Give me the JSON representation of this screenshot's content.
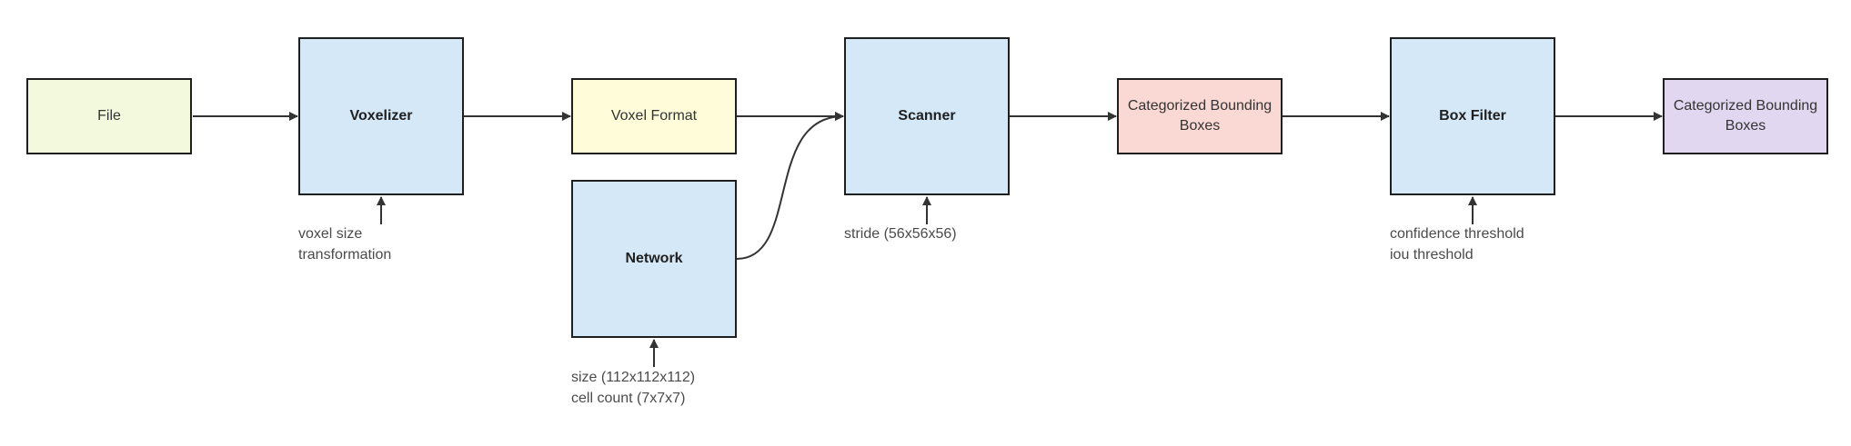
{
  "diagram": {
    "nodes": {
      "file": {
        "label": "File",
        "fill": "#f3f9dd"
      },
      "voxelizer": {
        "label": "Voxelizer",
        "fill": "#d5e8f8"
      },
      "voxel_format": {
        "label": "Voxel Format",
        "fill": "#fefcd9"
      },
      "network": {
        "label": "Network",
        "fill": "#d5e8f8"
      },
      "scanner": {
        "label": "Scanner",
        "fill": "#d5e8f8"
      },
      "bboxes_1": {
        "label": "Categorized Bounding Boxes",
        "fill": "#fad8d3"
      },
      "box_filter": {
        "label": "Box Filter",
        "fill": "#d5e8f8"
      },
      "bboxes_2": {
        "label": "Categorized Bounding Boxes",
        "fill": "#e1d7f0"
      }
    },
    "params": {
      "voxelizer": [
        "voxel size",
        "transformation"
      ],
      "network": [
        "size (112x112x112)",
        "cell count (7x7x7)"
      ],
      "scanner": [
        "stride (56x56x56)"
      ],
      "box_filter": [
        "confidence threshold",
        "iou threshold"
      ]
    },
    "edges": [
      [
        "file",
        "voxelizer"
      ],
      [
        "voxelizer",
        "voxel_format"
      ],
      [
        "voxel_format",
        "scanner"
      ],
      [
        "network",
        "scanner"
      ],
      [
        "scanner",
        "bboxes_1"
      ],
      [
        "bboxes_1",
        "box_filter"
      ],
      [
        "box_filter",
        "bboxes_2"
      ]
    ],
    "colors": {
      "stroke": "#1f1f1f",
      "arrow": "#333333",
      "param_text": "#4a4a4a"
    }
  }
}
